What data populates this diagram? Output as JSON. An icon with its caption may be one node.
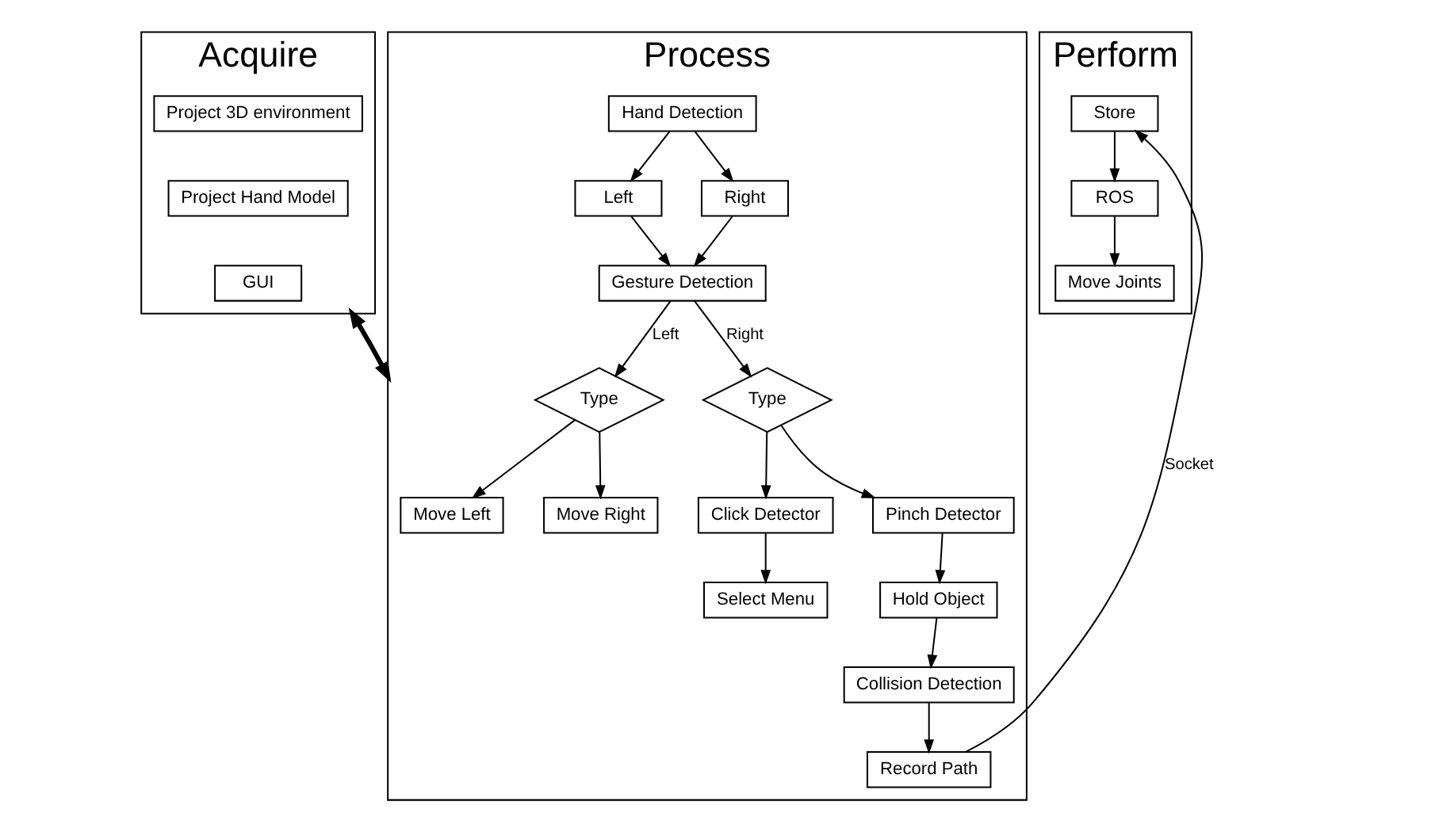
{
  "diagram": {
    "nodes": [
      {
        "text": [
          "Acquire"
        ]
      },
      {
        "text": [
          "Project 3D environment"
        ],
        "in": 0
      },
      {
        "text": [
          "Project Hand Model"
        ],
        "in": 0
      },
      {
        "text": [
          "GUI"
        ],
        "in": 0
      },
      {
        "text": [
          "Process"
        ]
      },
      {
        "text": [
          "Hand Detection"
        ],
        "in": 4
      },
      {
        "text": [
          "Left"
        ],
        "in": 4
      },
      {
        "text": [
          "Right"
        ],
        "in": 4
      },
      {
        "text": [
          "Gesture Detection"
        ],
        "in": 4
      },
      {
        "text": [
          "Type"
        ],
        "in": 4
      },
      {
        "text": [
          "Type"
        ],
        "in": 4
      },
      {
        "text": [
          "Move Left"
        ],
        "in": 4
      },
      {
        "text": [
          "Move Right"
        ],
        "in": 4
      },
      {
        "text": [
          "Click Detector"
        ],
        "in": 4
      },
      {
        "text": [
          "Pinch Detector"
        ],
        "in": 4
      },
      {
        "text": [
          "Select Menu"
        ],
        "in": 4
      },
      {
        "text": [
          "Hold Object"
        ],
        "in": 4
      },
      {
        "text": [
          "Collision Detection"
        ],
        "in": 4
      },
      {
        "text": [
          "Record Path"
        ],
        "in": 4
      },
      {
        "text": [
          "Perform"
        ]
      },
      {
        "text": [
          "Store"
        ],
        "in": 19
      },
      {
        "text": [
          "ROS"
        ],
        "in": 19
      },
      {
        "text": [
          "Move Joints"
        ],
        "in": 19
      }
    ],
    "edges": [
      {
        "from": 0,
        "to": 4,
        "arrow": "both",
        "style": "thick"
      },
      {
        "from": 5,
        "to": 6,
        "arrow": "to"
      },
      {
        "from": 5,
        "to": 7,
        "arrow": "to"
      },
      {
        "from": 6,
        "to": 8,
        "arrow": "to"
      },
      {
        "from": 7,
        "to": 8,
        "arrow": "to"
      },
      {
        "from": 8,
        "to": 9,
        "arrow": "to",
        "label": "Left"
      },
      {
        "from": 8,
        "to": 10,
        "arrow": "to",
        "label": "Right"
      },
      {
        "from": 9,
        "to": 11,
        "arrow": "to"
      },
      {
        "from": 9,
        "to": 12,
        "arrow": "to"
      },
      {
        "from": 10,
        "to": 13,
        "arrow": "to"
      },
      {
        "from": 10,
        "to": 14,
        "arrow": "to"
      },
      {
        "from": 13,
        "to": 15,
        "arrow": "to"
      },
      {
        "from": 14,
        "to": 16,
        "arrow": "to"
      },
      {
        "from": 16,
        "to": 17,
        "arrow": "to"
      },
      {
        "from": 17,
        "to": 18,
        "arrow": "to"
      },
      {
        "from": 18,
        "to": 20,
        "arrow": "to",
        "label": "Socket"
      },
      {
        "from": 20,
        "to": 21,
        "arrow": "to"
      },
      {
        "from": 21,
        "to": 22,
        "arrow": "to"
      }
    ]
  }
}
